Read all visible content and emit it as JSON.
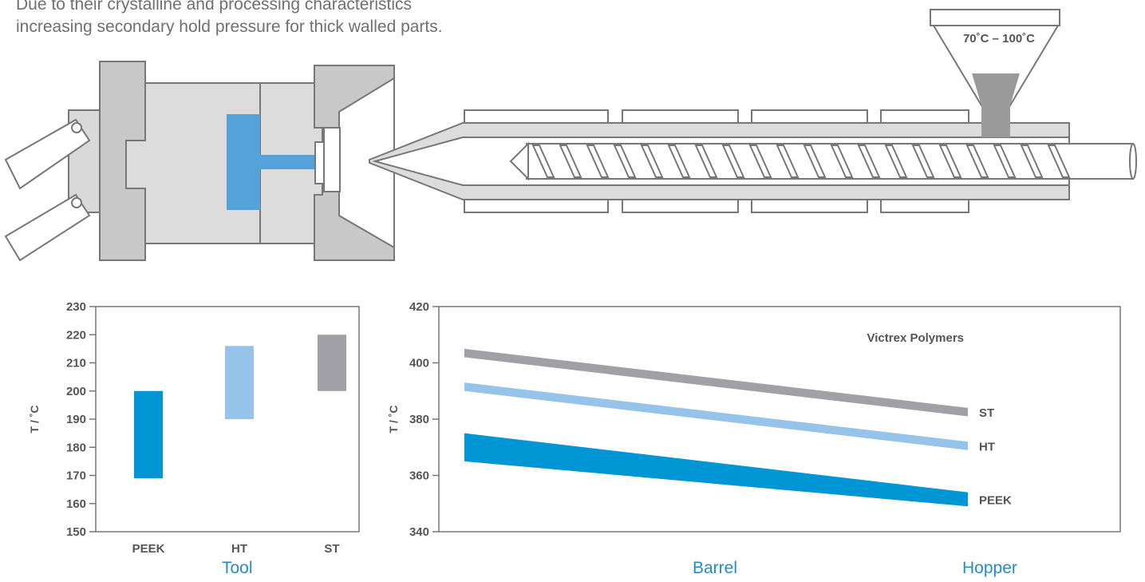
{
  "intro": {
    "line1": "Due to their crystalline and processing characteristics",
    "line2": "increasing secondary hold pressure for thick walled parts."
  },
  "machine": {
    "hopper_temperature": "70˚C – 100˚C",
    "colors": {
      "metal": "#d9d9d9",
      "outline": "#777777",
      "part": "#55a2da",
      "hopper_fill": "#9a9a9a"
    }
  },
  "zones": {
    "tool": "Tool",
    "barrel": "Barrel",
    "hopper": "Hopper"
  },
  "chart_data": [
    {
      "type": "bar",
      "subtype": "floating-range",
      "ylabel": "T / ˚C",
      "ylim": [
        150,
        230
      ],
      "yticks": [
        150,
        160,
        170,
        180,
        190,
        200,
        210,
        220,
        230
      ],
      "categories": [
        "PEEK",
        "HT",
        "ST"
      ],
      "ranges": [
        [
          169,
          200
        ],
        [
          190,
          216
        ],
        [
          200,
          220
        ]
      ],
      "colors": [
        "#0096d6",
        "#96c3ea",
        "#a0a0a6"
      ],
      "grid": false
    },
    {
      "type": "area",
      "subtype": "band",
      "ylabel": "T / ˚C",
      "ylim": [
        340,
        420
      ],
      "yticks": [
        340,
        360,
        380,
        400,
        420
      ],
      "annotation": "Victrex Polymers",
      "grid": false,
      "series": [
        {
          "name": "ST",
          "start": [
            402,
            405
          ],
          "end": [
            381,
            384
          ],
          "color": "#a0a0a6"
        },
        {
          "name": "HT",
          "start": [
            390,
            393
          ],
          "end": [
            369,
            372
          ],
          "color": "#96c3ea"
        },
        {
          "name": "PEEK",
          "start": [
            365,
            375
          ],
          "end": [
            349,
            354
          ],
          "color": "#0096d6"
        }
      ]
    }
  ]
}
